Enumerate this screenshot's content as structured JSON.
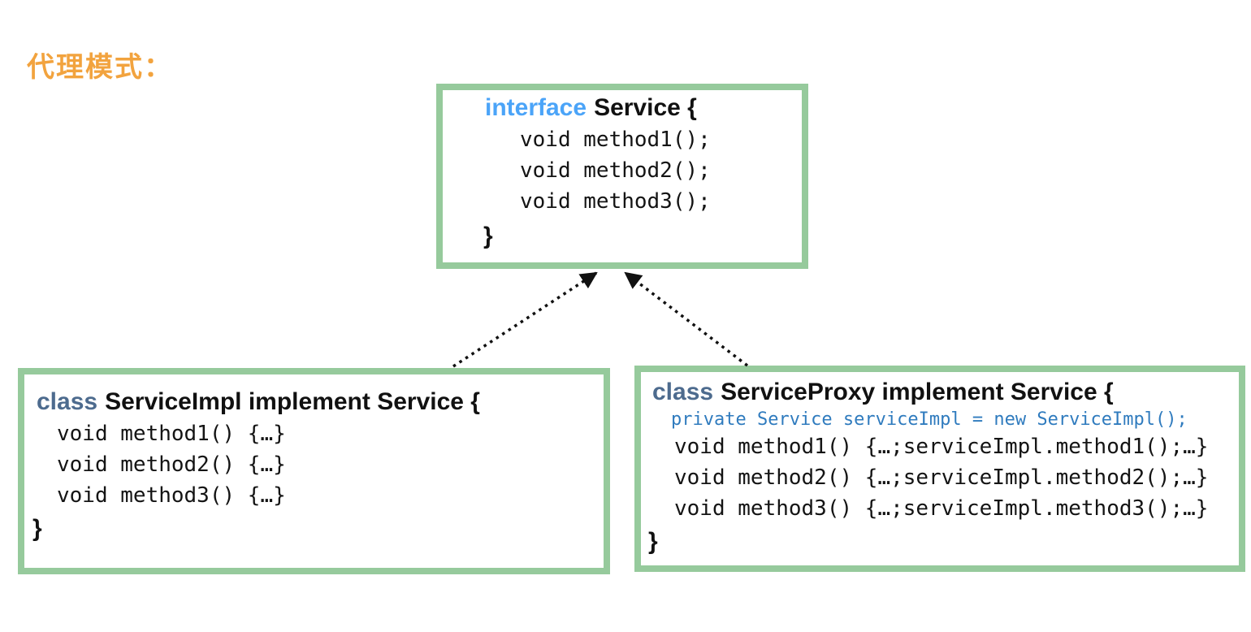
{
  "title": "代理模式：",
  "colors": {
    "box_border_green": "#96CA9C",
    "interface_keyword_blue": "#4BA4F8",
    "class_keyword_slate": "#4D6B8E",
    "field_line_blue": "#2F7BBE",
    "title_orange": "#F2A33E",
    "code_black": "#141414"
  },
  "interface_box": {
    "keyword": "interface",
    "signature": "Service {",
    "lines": [
      "void method1();",
      "void method2();",
      "void method3();"
    ],
    "closing": "}"
  },
  "impl_box": {
    "keyword": "class",
    "signature": "ServiceImpl implement Service {",
    "lines": [
      "void method1() {…}",
      "void method2() {…}",
      "void method3() {…}"
    ],
    "closing": "}"
  },
  "proxy_box": {
    "keyword": "class",
    "signature": "ServiceProxy implement Service {",
    "field_line": "private Service serviceImpl = new ServiceImpl();",
    "lines": [
      "void method1() {…;serviceImpl.method1();…}",
      "void method2() {…;serviceImpl.method2();…}",
      "void method3() {…;serviceImpl.method3();…}"
    ],
    "closing": "}"
  }
}
